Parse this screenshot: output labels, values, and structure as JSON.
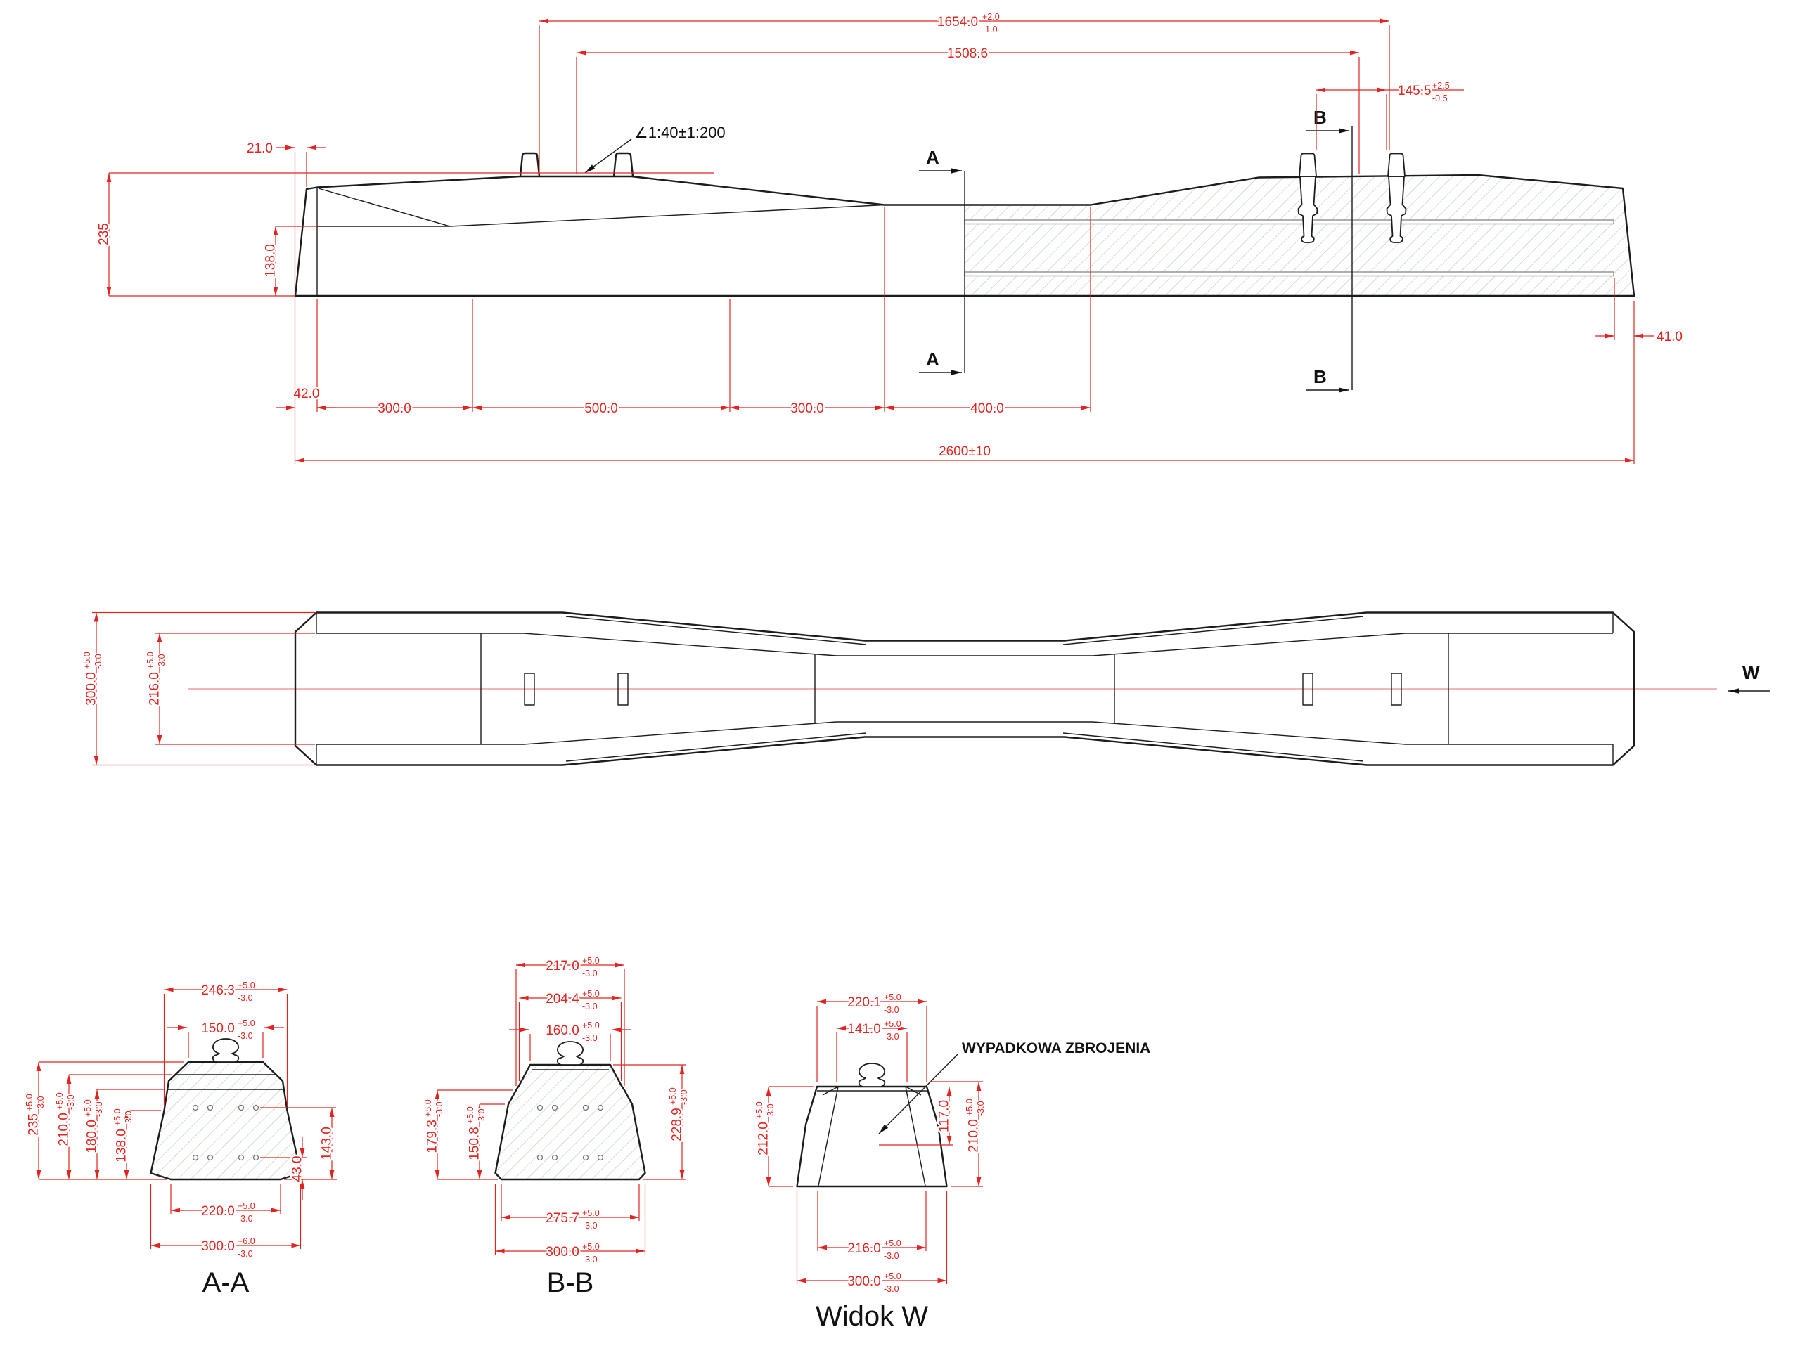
{
  "side": {
    "slope_label": "∠1:40±1:200",
    "marker_a": "A",
    "marker_b": "B",
    "d1654": {
      "v": "1654.0",
      "p": "+2.0",
      "m": "-1.0"
    },
    "d1508": "1508.6",
    "d145": {
      "v": "145.5",
      "p": "+2.5",
      "m": "-0.5"
    },
    "d21": "21.0",
    "d235": "235",
    "d138": "138.0",
    "chain": [
      "42.0",
      "300.0",
      "500.0",
      "300.0",
      "400.0"
    ],
    "d41": "41.0",
    "total": "2600±10"
  },
  "plan": {
    "width": {
      "v": "300.0",
      "p": "+5.0",
      "m": "-3.0"
    },
    "top_width": {
      "v": "216.0",
      "p": "+5.0",
      "m": "-3.0"
    },
    "view_arrow": "W"
  },
  "sections": {
    "aa": {
      "label": "A-A",
      "w_top": {
        "v": "246.3",
        "p": "+5.0",
        "m": "-3.0"
      },
      "w_seat": {
        "v": "150.0",
        "p": "+5.0",
        "m": "-3.0"
      },
      "h_total": {
        "v": "235",
        "p": "+5.0",
        "m": "-3.0"
      },
      "h_210": {
        "v": "210.0",
        "p": "+5.0",
        "m": "-3.0"
      },
      "h_180": {
        "v": "180.0",
        "p": "+5.0",
        "m": "-3.0"
      },
      "h_138": {
        "v": "138.0",
        "p": "+5.0",
        "m": "-3.0"
      },
      "h_strand_top": "143.0",
      "h_strand_bot": "43.0",
      "w_bottom_flat": {
        "v": "220.0",
        "p": "+5.0",
        "m": "-3.0"
      },
      "w_bottom": {
        "v": "300.0",
        "p": "+6.0",
        "m": "-3.0"
      }
    },
    "bb": {
      "label": "B-B",
      "w_top": {
        "v": "217.0",
        "p": "+5.0",
        "m": "-3.0"
      },
      "w_upper": {
        "v": "204.4",
        "p": "+5.0",
        "m": "-3.0"
      },
      "w_seat": {
        "v": "160.0",
        "p": "+5.0",
        "m": "-3.0"
      },
      "h_left": {
        "v": "179.3",
        "p": "+5.0",
        "m": "-3.0"
      },
      "h_left2": {
        "v": "150.8",
        "p": "+5.0",
        "m": "-3.0"
      },
      "h_total": {
        "v": "228.9",
        "p": "+5.0",
        "m": "-3.0"
      },
      "w_bottom_flat": {
        "v": "275.7",
        "p": "+5.0",
        "m": "-3.0"
      },
      "w_bottom": {
        "v": "300.0",
        "p": "+5.0",
        "m": "-3.0"
      }
    },
    "w": {
      "label": "Widok W",
      "annotation": "WYPADKOWA ZBROJENIA",
      "w_top": {
        "v": "220.1",
        "p": "+5.0",
        "m": "-3.0"
      },
      "w_seat": {
        "v": "141.0",
        "p": "+5.0",
        "m": "-3.0"
      },
      "h_left": {
        "v": "212.0",
        "p": "+5.0",
        "m": "-3.0"
      },
      "h_rebar": "117.0",
      "h_right": {
        "v": "210.0",
        "p": "+5.0",
        "m": "-3.0"
      },
      "w_bottom_flat": {
        "v": "216.0",
        "p": "+5.0",
        "m": "-3.0"
      },
      "w_bottom": {
        "v": "300.0",
        "p": "+5.0",
        "m": "-3.0"
      }
    }
  }
}
